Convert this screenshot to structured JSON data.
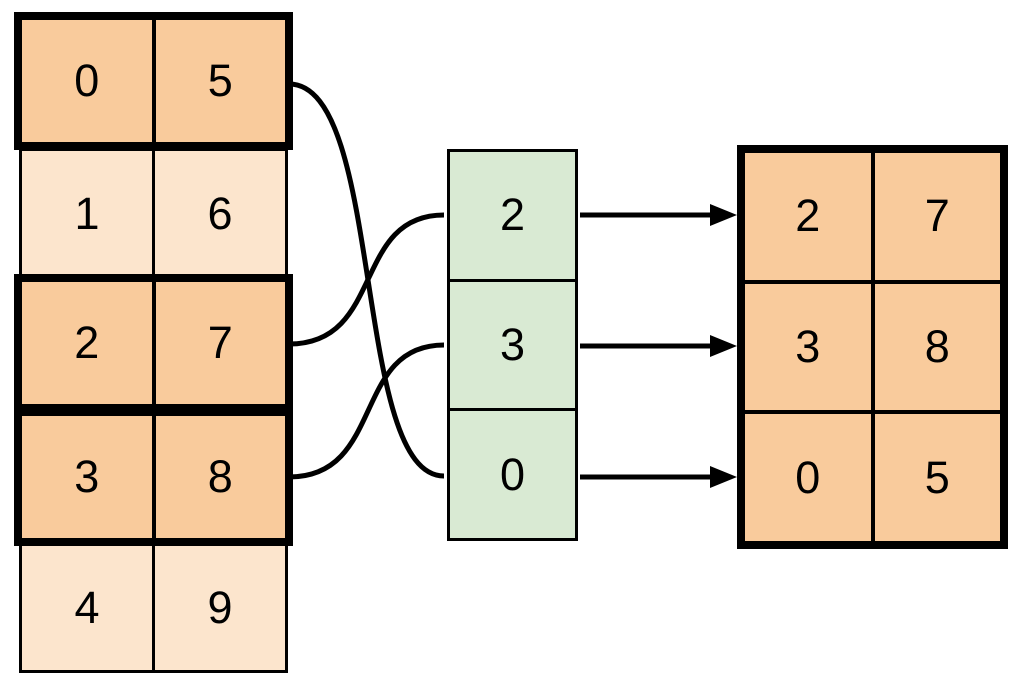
{
  "diagram": {
    "left_table": {
      "rows": [
        {
          "cells": [
            "0",
            "5"
          ],
          "highlighted": true
        },
        {
          "cells": [
            "1",
            "6"
          ],
          "highlighted": false
        },
        {
          "cells": [
            "2",
            "7"
          ],
          "highlighted": true
        },
        {
          "cells": [
            "3",
            "8"
          ],
          "highlighted": true
        },
        {
          "cells": [
            "4",
            "9"
          ],
          "highlighted": false
        }
      ]
    },
    "index_column": {
      "cells": [
        "2",
        "3",
        "0"
      ]
    },
    "result_table": {
      "rows": [
        {
          "cells": [
            "2",
            "7"
          ]
        },
        {
          "cells": [
            "3",
            "8"
          ]
        },
        {
          "cells": [
            "0",
            "5"
          ]
        }
      ]
    },
    "connections": [
      {
        "from_left_row": "0",
        "to_index_cell": "0"
      },
      {
        "from_left_row": "2",
        "to_index_cell": "2"
      },
      {
        "from_left_row": "3",
        "to_index_cell": "3"
      }
    ],
    "colors": {
      "highlight_fill": "#F9CB9C",
      "muted_fill": "#FCE5CD",
      "index_fill": "#D9EAD3",
      "stroke": "#000000",
      "background": "#FFFFFF"
    }
  }
}
